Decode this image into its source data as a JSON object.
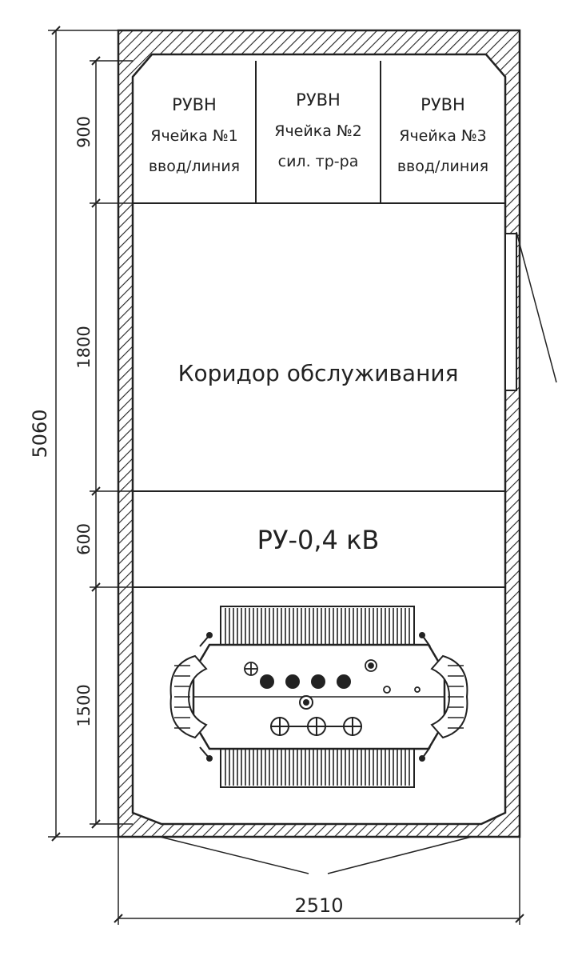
{
  "dimensions": {
    "total_height": "5060",
    "total_width": "2510",
    "segment_1": "900",
    "segment_2": "1800",
    "segment_3": "600",
    "segment_4": "1500"
  },
  "cells": [
    {
      "title": "РУВН",
      "line2": "Ячейка №1",
      "line3": "ввод/линия"
    },
    {
      "title": "РУВН",
      "line2": "Ячейка №2",
      "line3": "сил. тр-ра"
    },
    {
      "title": "РУВН",
      "line2": "Ячейка №3",
      "line3": "ввод/линия"
    }
  ],
  "corridor_label": "Коридор обслуживания",
  "lv_switchgear_label": "РУ-0,4 кВ",
  "colors": {
    "line": "#222222",
    "background": "#ffffff"
  }
}
